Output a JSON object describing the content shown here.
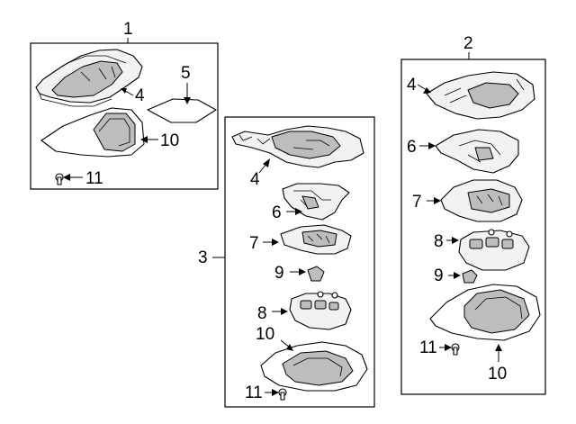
{
  "groups": [
    {
      "id": "group-1",
      "label": "1",
      "callouts": [
        "4",
        "5",
        "10",
        "11"
      ]
    },
    {
      "id": "group-2",
      "label": "2",
      "callouts": [
        "4",
        "6",
        "7",
        "8",
        "9",
        "11",
        "10"
      ]
    },
    {
      "id": "group-3",
      "label": "3",
      "callouts": [
        "4",
        "6",
        "7",
        "9",
        "8",
        "10",
        "11"
      ]
    }
  ],
  "colors": {
    "line": "#000000",
    "part_fill": "#f2f2f2",
    "part_shade": "#bdbdbd",
    "background": "#ffffff"
  }
}
